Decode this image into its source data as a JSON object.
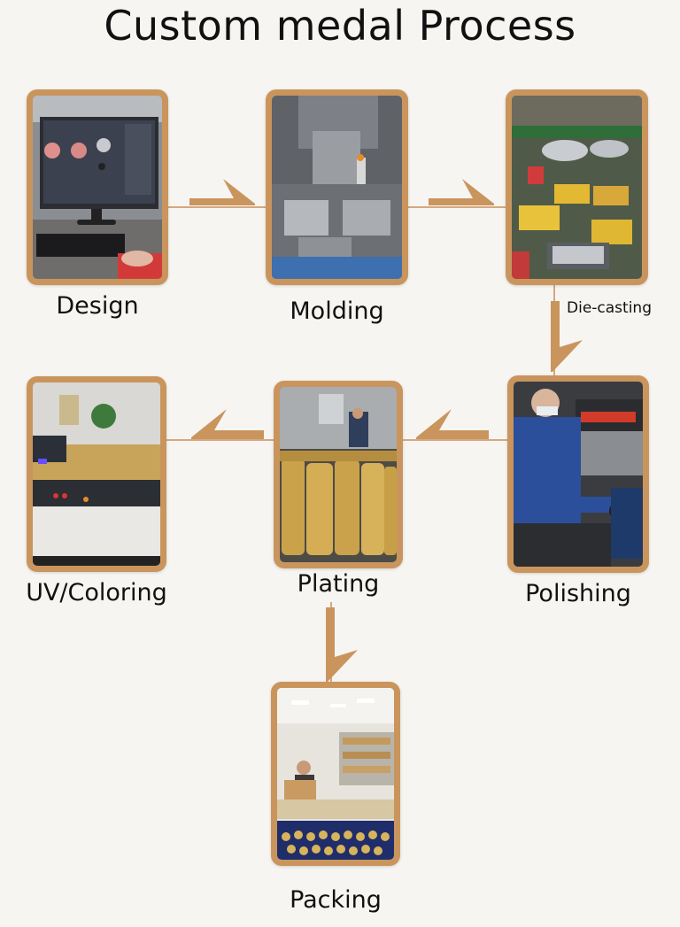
{
  "title": "Custom medal Process",
  "steps": {
    "design": "Design",
    "molding": "Molding",
    "die_casting": "Die-casting",
    "polishing": "Polishing",
    "plating": "Plating",
    "uv_coloring": "UV/Coloring",
    "packing": "Packing"
  },
  "colors": {
    "frame": "#c9955d",
    "arrow": "#c9955d",
    "connector": "#d5a880",
    "background": "#f7f5f1"
  }
}
